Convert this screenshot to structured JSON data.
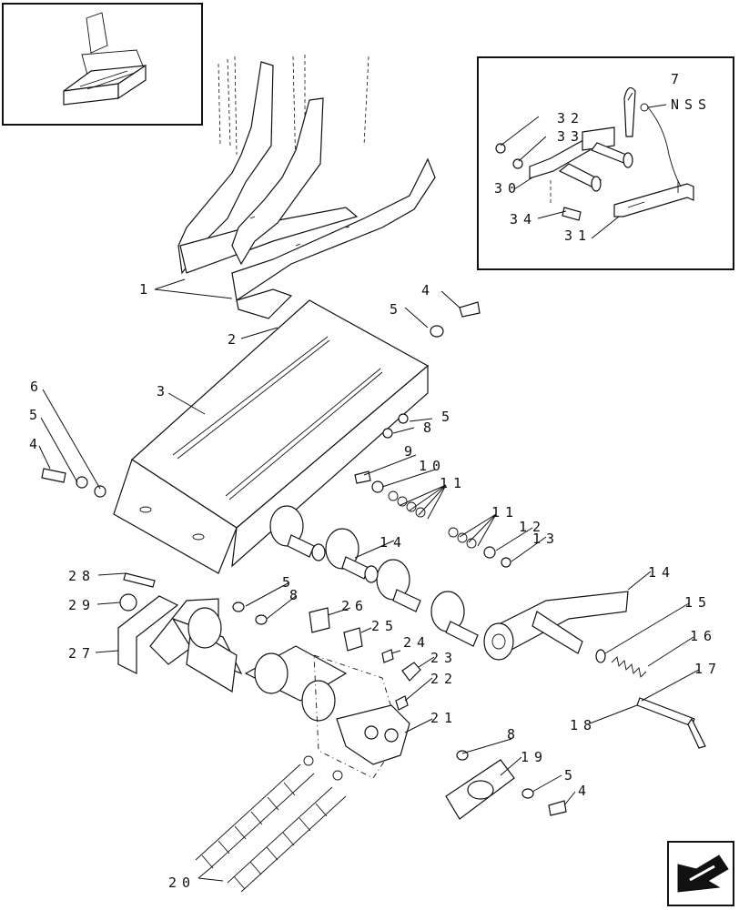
{
  "callouts": {
    "c1": "1",
    "c2": "2",
    "c3": "3",
    "c4a": "4",
    "c4b": "4",
    "c4c": "4",
    "c5a": "5",
    "c5b": "5",
    "c5c": "5",
    "c5d": "5",
    "c5e": "5",
    "c6": "6",
    "c7": "7",
    "c8a": "8",
    "c8b": "8",
    "c8c": "8",
    "c9": "9",
    "c10": "10",
    "c11a": "11",
    "c11b": "11",
    "c12": "12",
    "c13": "13",
    "c14a": "14",
    "c14b": "14",
    "c15": "15",
    "c16": "16",
    "c17": "17",
    "c18": "18",
    "c19": "19",
    "c20": "20",
    "c21": "21",
    "c22": "22",
    "c23": "23",
    "c24": "24",
    "c25": "25",
    "c26": "26",
    "c27": "27",
    "c28": "28",
    "c29": "29",
    "c30": "30",
    "c31": "31",
    "c32": "32",
    "c33": "33",
    "c34": "34",
    "nss": "NSS"
  },
  "icons": {
    "overview": "overview-thumbnail-icon",
    "navigation": "next-page-arrow-icon"
  }
}
